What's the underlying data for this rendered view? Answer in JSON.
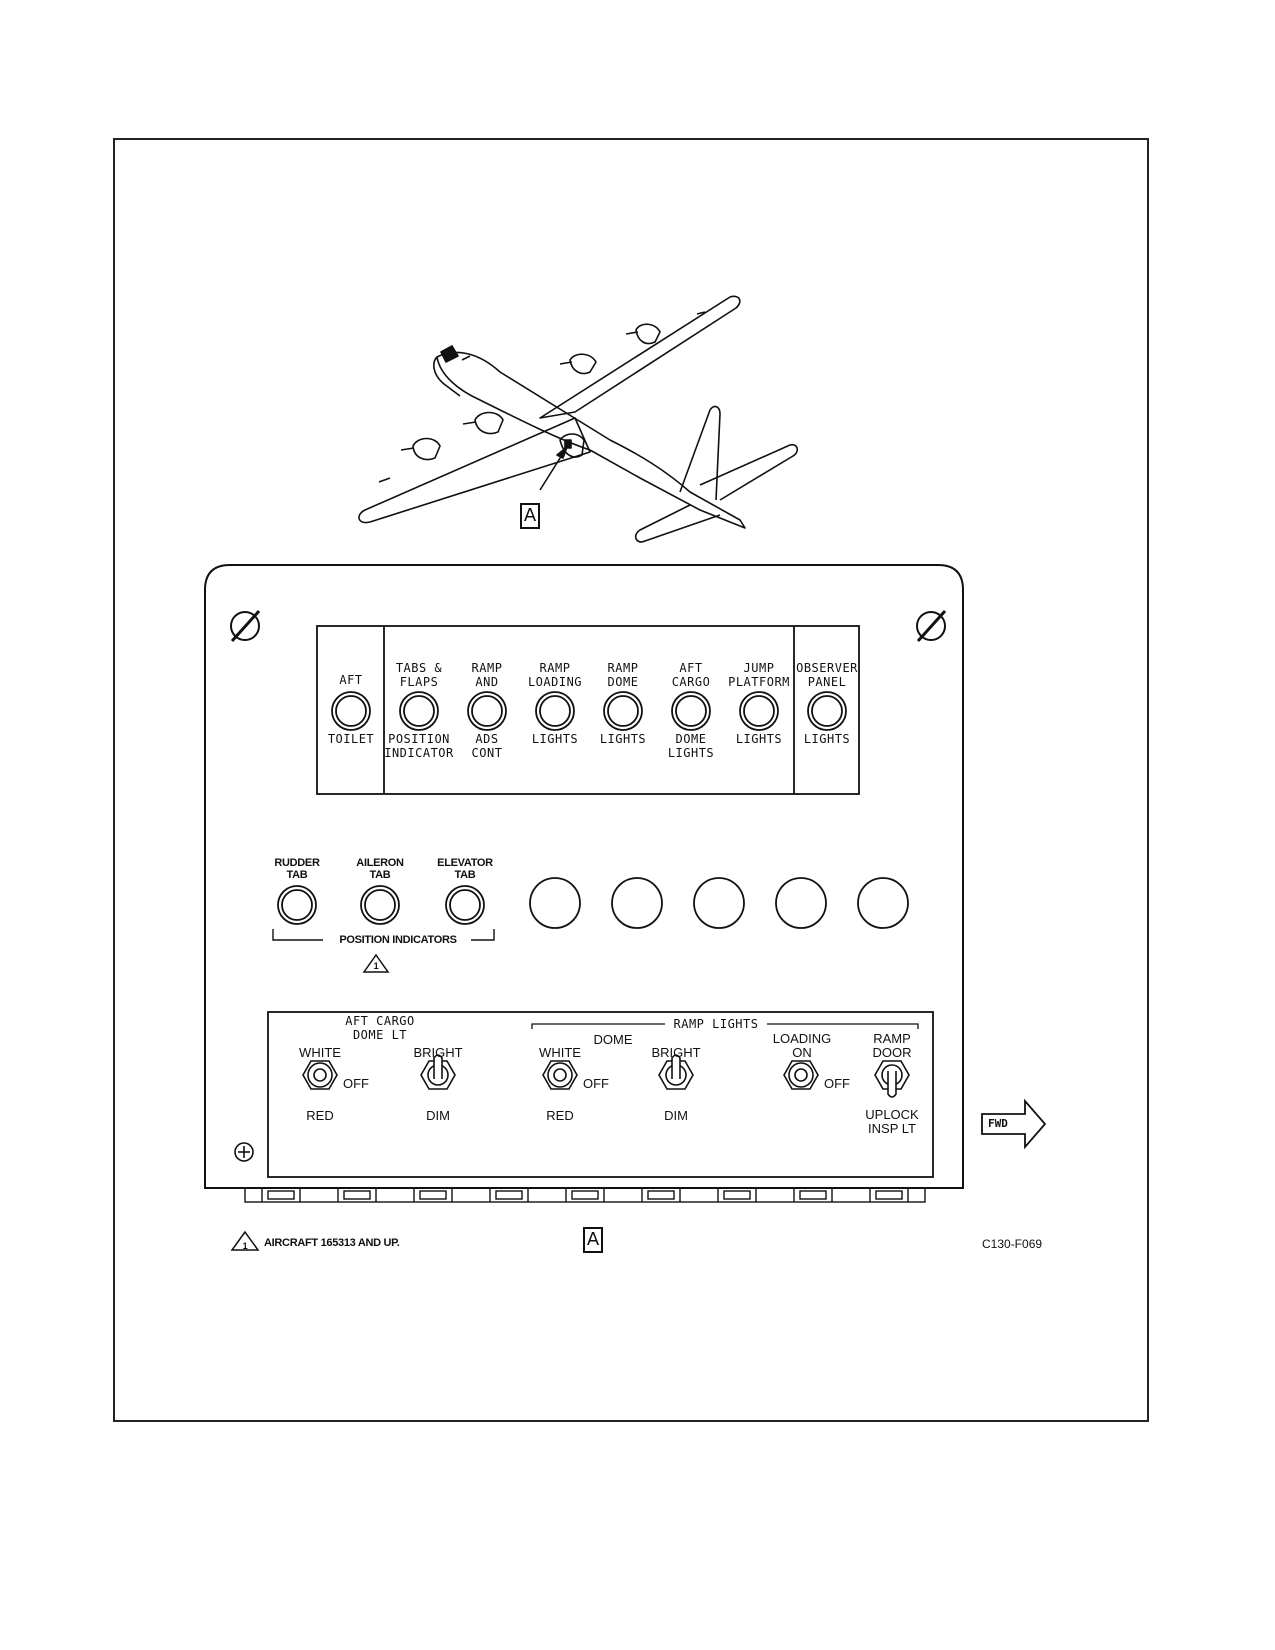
{
  "callout": {
    "letter": "A"
  },
  "view_label": "A",
  "indicator_panel": {
    "lights": [
      {
        "top": "AFT",
        "bottom": "TOILET"
      },
      {
        "top": "TABS &\nFLAPS",
        "bottom": "POSITION\nINDICATOR"
      },
      {
        "top": "RAMP\nAND",
        "bottom": "ADS\nCONT"
      },
      {
        "top": "RAMP\nLOADING",
        "bottom": "LIGHTS"
      },
      {
        "top": "RAMP\nDOME",
        "bottom": "LIGHTS"
      },
      {
        "top": "AFT\nCARGO",
        "bottom": "DOME\nLIGHTS"
      },
      {
        "top": "JUMP\nPLATFORM",
        "bottom": "LIGHTS"
      },
      {
        "top": "OBSERVER\nPANEL",
        "bottom": "LIGHTS"
      }
    ]
  },
  "position_indicators": {
    "items": [
      {
        "label": "RUDDER\nTAB"
      },
      {
        "label": "AILERON\nTAB"
      },
      {
        "label": "ELEVATOR\nTAB"
      }
    ],
    "group_label": "POSITION INDICATORS",
    "note_marker": "1"
  },
  "switch_panel": {
    "aft_cargo_title": "AFT CARGO\nDOME LT",
    "ramp_lights_title": "RAMP LIGHTS",
    "dome_title": "DOME",
    "switches": [
      {
        "top": "WHITE",
        "right": "OFF",
        "bottom": "RED"
      },
      {
        "top": "BRIGHT",
        "right": "",
        "bottom": "DIM"
      },
      {
        "top": "WHITE",
        "right": "OFF",
        "bottom": "RED"
      },
      {
        "top": "BRIGHT",
        "right": "",
        "bottom": "DIM"
      },
      {
        "top": "LOADING\nON",
        "right": "OFF",
        "bottom": ""
      },
      {
        "top": "RAMP\nDOOR",
        "right": "",
        "bottom": "UPLOCK\nINSP LT"
      }
    ]
  },
  "fwd_arrow": "FWD",
  "footnote": {
    "marker": "1",
    "text": "AIRCRAFT 165313 AND UP."
  },
  "figure_id": "C130-F069"
}
